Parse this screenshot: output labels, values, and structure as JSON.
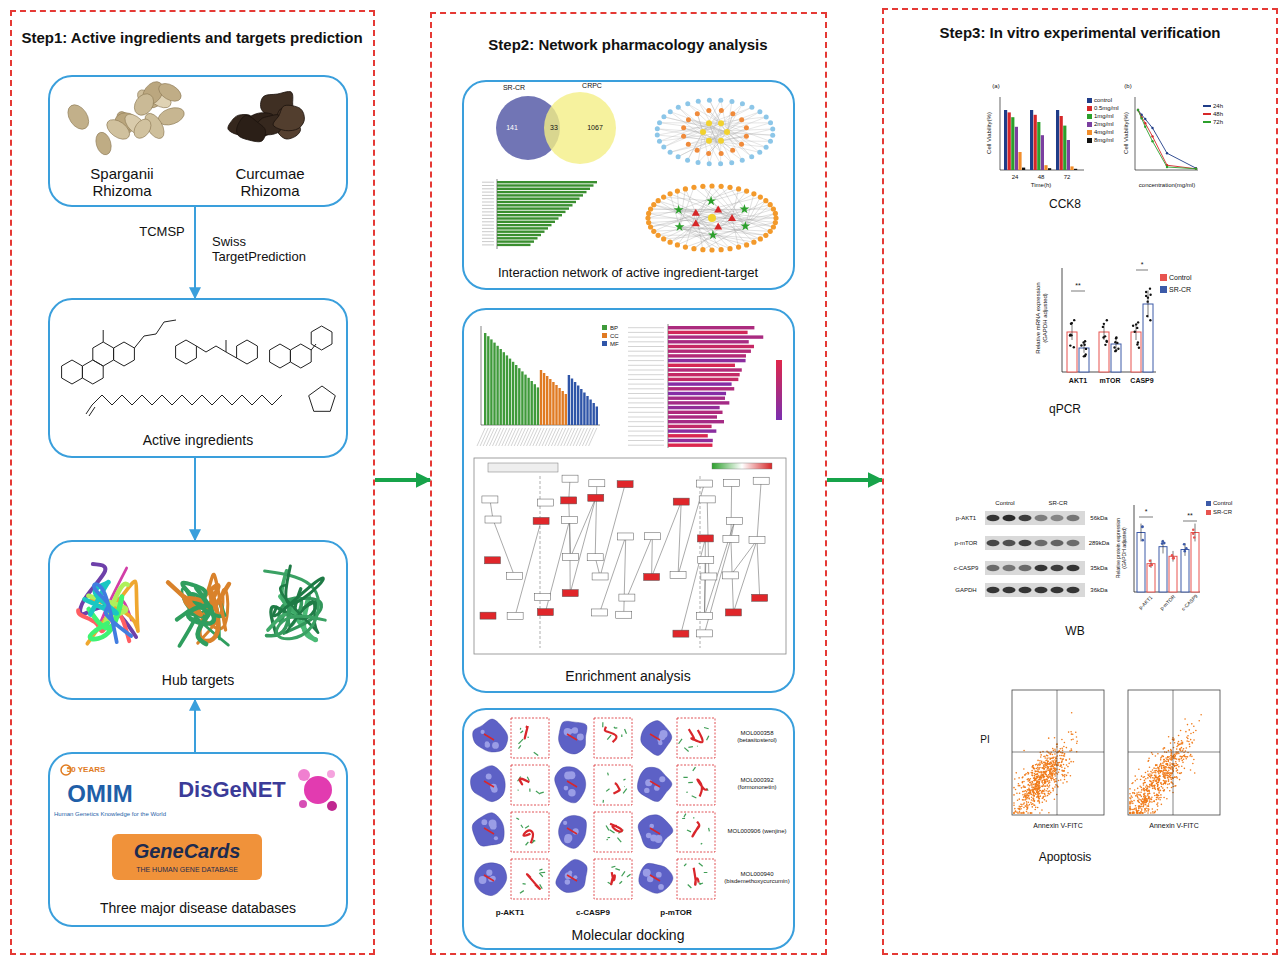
{
  "diagram": {
    "nodes": [
      {
        "text": [
          "Step1: Active ingredients and targets prediction"
        ]
      },
      {
        "text": [
          "Sparganii Rhizoma",
          "Curcumae Rhizoma"
        ],
        "in": 0
      },
      {
        "text": [
          "Active ingredients"
        ],
        "in": 0
      },
      {
        "text": [
          "Hub targets"
        ],
        "in": 0
      },
      {
        "text": [
          "50 YEARS",
          "OMIM",
          "Human Genetics Knowledge for the World",
          "DisGeNET",
          "GeneCards",
          "THE HUMAN GENE DATABASE",
          "Three major disease databases"
        ],
        "in": 0
      },
      {
        "text": [
          "Step2: Network pharmacology analysis"
        ]
      },
      {
        "text": [
          "Interaction network of active ingredient-target"
        ],
        "in": 5
      },
      {
        "text": [
          "Enrichment analysis"
        ],
        "in": 5
      },
      {
        "text": [
          "Molecular docking"
        ],
        "in": 5
      },
      {
        "text": [
          "Step3: In vitro experimental verification"
        ]
      }
    ],
    "edges": [
      {
        "from": 1,
        "to": 2,
        "arrow": "to",
        "label": "TCMSP"
      },
      {
        "from": 2,
        "to": 3,
        "arrow": "to"
      },
      {
        "from": 4,
        "to": 3,
        "arrow": "to"
      },
      {
        "from": 0,
        "to": 5,
        "arrow": "to"
      },
      {
        "from": 5,
        "to": 9,
        "arrow": "to"
      }
    ],
    "labels": [
      "Swiss TargetPrediction",
      "SR-CR",
      "CRPC",
      "141",
      "33",
      "1067",
      "BP",
      "CC",
      "MF",
      "MOL000358 (betasitosterol)",
      "MOL000392 (formononetin)",
      "MOL000906 (wenjine)",
      "MOL000940 (bisdemethoxycurcumin)",
      "p-AKT1",
      "c-CASP9",
      "p-mTOR",
      "(a)",
      "(b)",
      "Cell Viability(%)",
      "Time(h)",
      "24",
      "48",
      "72",
      "Cell Viability(%)",
      "concentration(mg/ml)",
      "CCK8",
      "Relative mRNA expression (GAPDH adjusted)",
      "AKT1",
      "mTOR",
      "CASP9",
      "**",
      "*",
      "qPCR",
      "Control",
      "SR-CR",
      "p-AKT1",
      "p-mTOR",
      "c-CASP9",
      "GAPDH",
      "56kDa",
      "289kDa",
      "35kDa",
      "36kDa",
      "Relative protein expression (GAPDH adjusted)",
      "p-AKT1",
      "p-mTOR",
      "c-CASP9",
      "*",
      "**",
      "WB",
      "PI",
      "Annexin V-FITC",
      "Annexin V-FITC",
      "Apoptosis"
    ],
    "legend": [
      {
        "text": "control",
        "color": "#1f3c88"
      },
      {
        "text": "0.5mg/ml",
        "color": "#d62728"
      },
      {
        "text": "1mg/ml",
        "color": "#2ca02c"
      },
      {
        "text": "2mg/ml",
        "color": "#7b3fa0"
      },
      {
        "text": "4mg/ml",
        "color": "#f28e2b"
      },
      {
        "text": "8mg/ml",
        "color": "#111111"
      },
      {
        "text": "24h",
        "color": "#1f3c88"
      },
      {
        "text": "48h",
        "color": "#d62728"
      },
      {
        "text": "72h",
        "color": "#2ca02c"
      },
      {
        "text": "Control",
        "color": "#e8534f"
      },
      {
        "text": "SR-CR",
        "color": "#3c5aa8"
      },
      {
        "text": "Control",
        "color": "#3c5aa8"
      },
      {
        "text": "SR-CR",
        "color": "#e8534f"
      }
    ]
  }
}
